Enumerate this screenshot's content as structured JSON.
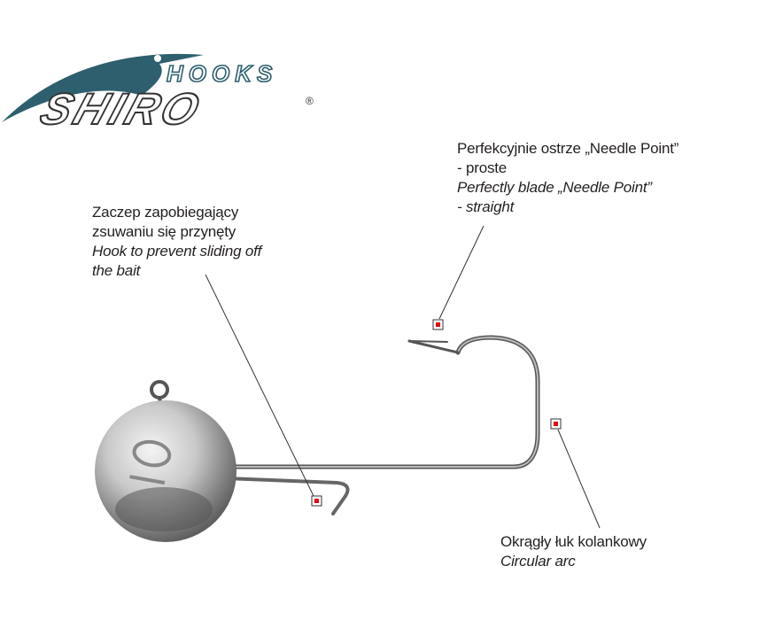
{
  "logo": {
    "brand": "SHIRO",
    "sub": "HOOKS",
    "registered": "®",
    "color": "#2e5f6e"
  },
  "annotations": {
    "keeper": {
      "pl": [
        "Zaczep zapobiegający",
        "zsuwaniu się przynęty"
      ],
      "en": [
        "Hook to prevent sliding off",
        "the bait"
      ]
    },
    "point": {
      "pl": [
        "Perfekcyjnie ostrze „Needle Point”",
        "- proste"
      ],
      "en": [
        "Perfectly blade „Needle Point”",
        "- straight"
      ]
    },
    "bend": {
      "pl": [
        "Okrągły łuk kolankowy"
      ],
      "en": [
        "Circular arc"
      ]
    }
  },
  "marker_color": "#e30613"
}
